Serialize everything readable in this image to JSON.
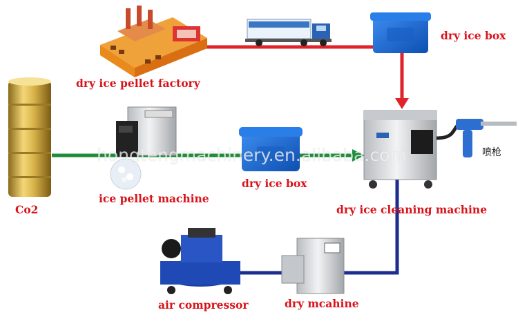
{
  "labels": {
    "factory": "dry ice pellet factory",
    "box_top": "dry ice box",
    "co2": "Co2",
    "pellet_machine": "ice pellet machine",
    "box_mid": "dry ice box",
    "cleaning_machine": "dry ice cleaning machine",
    "spray_gun": "喷枪",
    "air_compressor": "air compressor",
    "dryer": "dry mcahine"
  },
  "watermark": "hongtengmachinery.en.alibaba.com",
  "colors": {
    "label": "#d8141b",
    "line_red": "#e0232a",
    "line_green": "#1e8c3a",
    "line_blue": "#1b2d8f",
    "box_blue": "#1f6fd6"
  }
}
